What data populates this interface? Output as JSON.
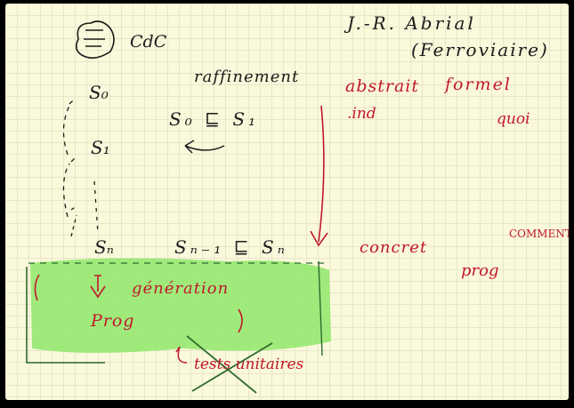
{
  "header": {
    "author": "J.-R. Abrial",
    "affiliation": "(Ferroviaire)",
    "cdc": "CdC"
  },
  "left_column": {
    "refinement_title": "raffinement",
    "s0": "S₀",
    "s1": "S₁",
    "sn": "Sₙ",
    "rel_s0_s1": "S₀ ⊑ S₁",
    "rel_sn1_sn": "Sₙ₋₁ ⊑ Sₙ"
  },
  "right_column": {
    "abstrait": "abstrait",
    "formel": "formel",
    "ind": ".ind",
    "quoi": "quoi",
    "concret": "concret",
    "comment": "COMMENT",
    "prog": "prog"
  },
  "green_zone": {
    "generation": "génération",
    "prog": "Prog",
    "tests": "tests unitaires"
  },
  "colors": {
    "ink": "#1b1b1b",
    "red": "#c0182a",
    "green_highlight": "#8ee86a",
    "paper": "#fbf9dc"
  }
}
